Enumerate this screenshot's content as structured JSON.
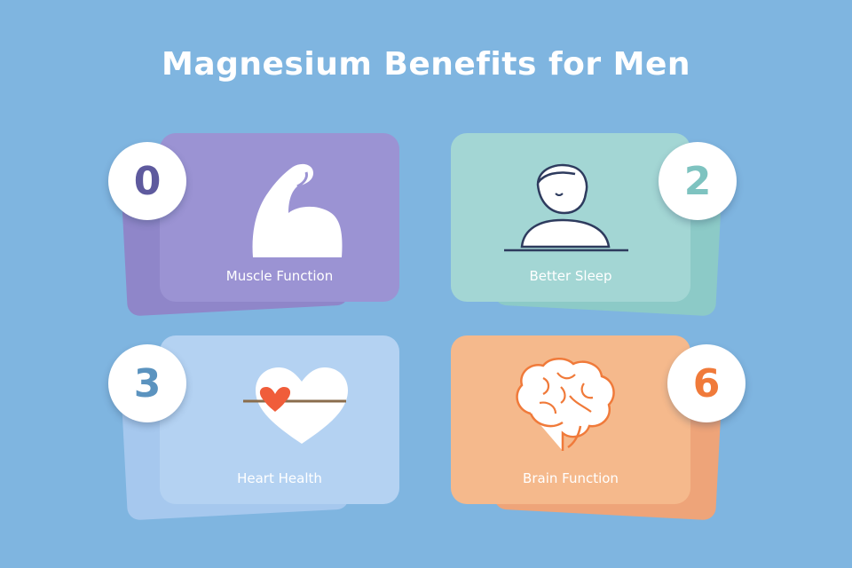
{
  "title": "Magnesium Benefits for Men",
  "cards": [
    {
      "number": "0",
      "label": "Muscle Function",
      "icon": "flexed-arm-icon",
      "color": "#9f94d4",
      "number_color": "#5e5a9e"
    },
    {
      "number": "2",
      "label": "Better Sleep",
      "icon": "sleeping-person-icon",
      "color": "#a3d6d4",
      "number_color": "#7ec3c0"
    },
    {
      "number": "3",
      "label": "Heart Health",
      "icon": "heart-arrow-icon",
      "color": "#b4d2f2",
      "number_color": "#5b93bf"
    },
    {
      "number": "6",
      "label": "Brain Function",
      "icon": "brain-icon",
      "color": "#f5b98c",
      "number_color": "#f07a3a"
    }
  ]
}
